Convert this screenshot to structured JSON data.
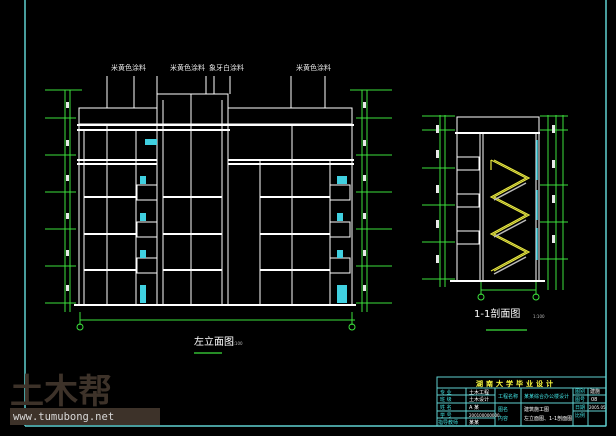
{
  "elevation": {
    "material_labels": [
      "米黄色涂料",
      "米黄色涂料",
      "象牙白涂料",
      "米黄色涂料"
    ],
    "title": "左立面图",
    "scale": "1:100"
  },
  "section": {
    "title": "1-1剖面图",
    "scale": "1:100"
  },
  "title_block": {
    "header": "湖南大学毕业设计",
    "rows": [
      {
        "label": "专 业",
        "value": "土木工程"
      },
      {
        "label": "班 级",
        "value": "土木设计"
      },
      {
        "label": "姓 名",
        "value": "A 某"
      },
      {
        "label": "学 号",
        "value": "200100000000"
      },
      {
        "label": "指导教师",
        "value": "某某"
      }
    ],
    "project_label": "工程名称",
    "project_value": "某某综合办公楼设计",
    "drawing_label1": "图名",
    "drawing_label2": "内容",
    "drawing_name1": "建筑施工图",
    "drawing_name2": "左立面图、1-1剖面图",
    "right": [
      {
        "label": "图别",
        "value": "建施"
      },
      {
        "label": "图号",
        "value": "08"
      },
      {
        "label": "日期",
        "value": "2005.05"
      },
      {
        "label": "比例",
        "value": ""
      }
    ]
  },
  "watermark": {
    "logo": "土木帮",
    "url": "www.tumubong.net"
  },
  "colors": {
    "frame": "#5fd0d0",
    "dim": "#3ce03c",
    "stair": "#e8e840",
    "glass": "#40d0e0"
  }
}
